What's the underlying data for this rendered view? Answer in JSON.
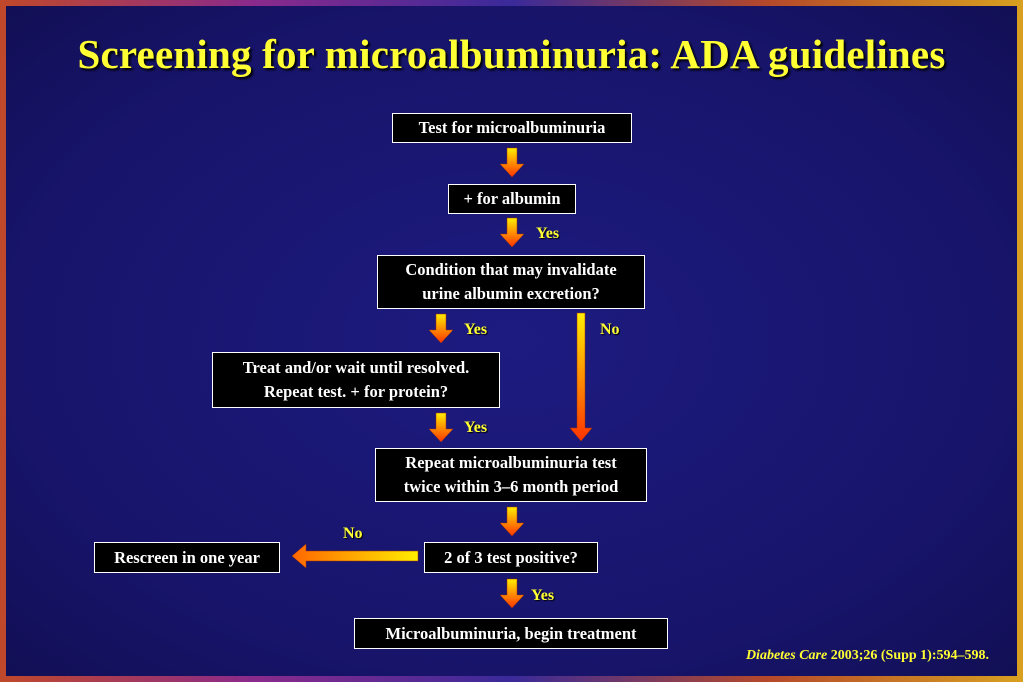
{
  "title": "Screening for microalbuminuria: ADA guidelines",
  "nodes": {
    "test": "Test for microalbuminuria",
    "albumin": "+ for albumin",
    "condition_line1": "Condition that may invalidate",
    "condition_line2": "urine albumin excretion?",
    "treat_line1": "Treat and/or wait until resolved.",
    "treat_line2": "Repeat test. + for protein?",
    "repeat_line1": "Repeat microalbuminuria test",
    "repeat_line2": "twice within 3–6 month period",
    "positive": "2 of 3 test positive?",
    "rescreen": "Rescreen in one year",
    "treatment": "Microalbuminuria, begin treatment"
  },
  "labels": {
    "yes_1": "Yes",
    "yes_2": "Yes",
    "no_1": "No",
    "yes_3": "Yes",
    "no_2": "No",
    "yes_4": "Yes"
  },
  "citation": {
    "journal": "Diabetes Care",
    "details": " 2003;26 (Supp 1):594–598."
  },
  "colors": {
    "title": "#ffff33",
    "arrow_top": "#ffee00",
    "arrow_bottom": "#ff3300",
    "background": "#1d1b80"
  }
}
